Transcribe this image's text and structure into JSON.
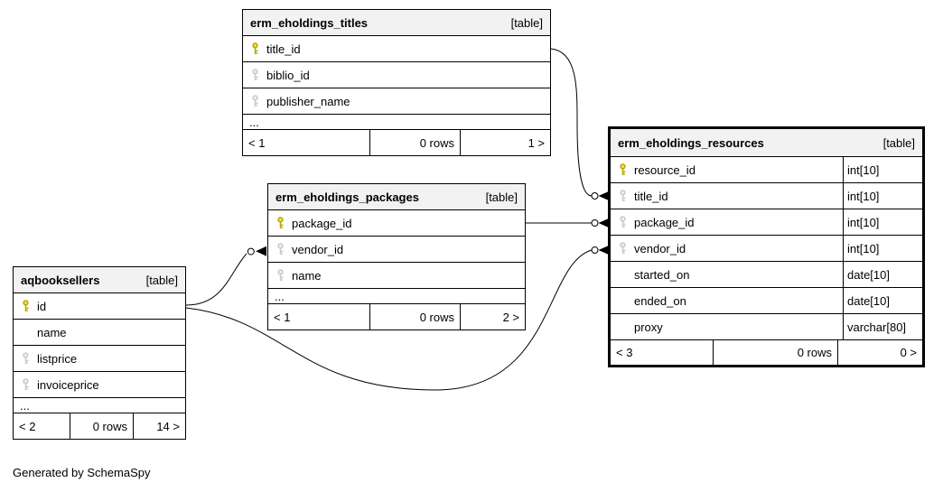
{
  "credit": "Generated by SchemaSpy",
  "icons": {
    "primary_key_icon": "key (yellow) - primary key column",
    "foreign_key_icon": "key (gray) - indexed / foreign key column"
  },
  "colors": {
    "primary_key_fill": "#f0e442",
    "primary_key_stroke": "#b8a500",
    "gray_key": "#c9c9c9",
    "header_bg": "#f2f2f2",
    "border": "#000000"
  },
  "tables": {
    "titles": {
      "name": "erm_eholdings_titles",
      "badge": "[table]",
      "columns": [
        {
          "name": "title_id",
          "key": "primary"
        },
        {
          "name": "biblio_id",
          "key": "foreign"
        },
        {
          "name": "publisher_name",
          "key": "foreign"
        },
        {
          "name": "...",
          "key": "none"
        }
      ],
      "pager": {
        "prev": "< 1",
        "rows": "0 rows",
        "next": "1 >"
      }
    },
    "packages": {
      "name": "erm_eholdings_packages",
      "badge": "[table]",
      "columns": [
        {
          "name": "package_id",
          "key": "primary"
        },
        {
          "name": "vendor_id",
          "key": "foreign"
        },
        {
          "name": "name",
          "key": "foreign"
        },
        {
          "name": "...",
          "key": "none"
        }
      ],
      "pager": {
        "prev": "< 1",
        "rows": "0 rows",
        "next": "2 >"
      }
    },
    "aqbooksellers": {
      "name": "aqbooksellers",
      "badge": "[table]",
      "columns": [
        {
          "name": "id",
          "key": "primary"
        },
        {
          "name": "name",
          "key": "none"
        },
        {
          "name": "listprice",
          "key": "foreign"
        },
        {
          "name": "invoiceprice",
          "key": "foreign"
        },
        {
          "name": "...",
          "key": "none"
        }
      ],
      "pager": {
        "prev": "< 2",
        "rows": "0 rows",
        "next": "14 >"
      }
    },
    "resources": {
      "name": "erm_eholdings_resources",
      "badge": "[table]",
      "highlighted": true,
      "columns": [
        {
          "name": "resource_id",
          "type": "int[10]",
          "key": "primary"
        },
        {
          "name": "title_id",
          "type": "int[10]",
          "key": "foreign"
        },
        {
          "name": "package_id",
          "type": "int[10]",
          "key": "foreign"
        },
        {
          "name": "vendor_id",
          "type": "int[10]",
          "key": "foreign"
        },
        {
          "name": "started_on",
          "type": "date[10]",
          "key": "none"
        },
        {
          "name": "ended_on",
          "type": "date[10]",
          "key": "none"
        },
        {
          "name": "proxy",
          "type": "varchar[80]",
          "key": "none"
        }
      ],
      "pager": {
        "prev": "< 3",
        "rows": "0 rows",
        "next": "0 >"
      }
    }
  },
  "relationships": [
    {
      "from": "erm_eholdings_titles.title_id",
      "to": "erm_eholdings_resources.title_id"
    },
    {
      "from": "erm_eholdings_packages.package_id",
      "to": "erm_eholdings_resources.package_id"
    },
    {
      "from": "aqbooksellers.id",
      "to": "erm_eholdings_packages.vendor_id"
    },
    {
      "from": "aqbooksellers.id",
      "to": "erm_eholdings_resources.vendor_id"
    }
  ]
}
